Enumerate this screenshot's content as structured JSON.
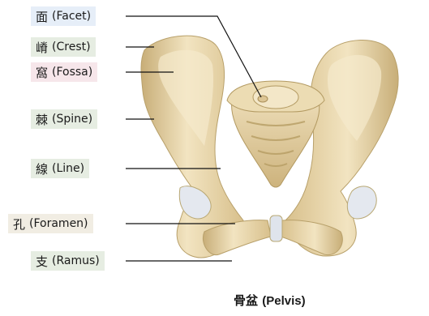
{
  "labels": [
    {
      "cjk": "面",
      "en": "(Facet)",
      "bg": "#e6eef8"
    },
    {
      "cjk": "嵴",
      "en": "(Crest)",
      "bg": "#e6ede2"
    },
    {
      "cjk": "窩",
      "en": "(Fossa)",
      "bg": "#f6e6ea"
    },
    {
      "cjk": "棘",
      "en": "(Spine)",
      "bg": "#e6ede2"
    },
    {
      "cjk": "線",
      "en": "(Line)",
      "bg": "#e6ede2"
    },
    {
      "cjk": "孔",
      "en": "(Foramen)",
      "bg": "#f1ede3"
    },
    {
      "cjk": "支",
      "en": "(Ramus)",
      "bg": "#e6ede2"
    }
  ],
  "caption": {
    "cjk": "骨盆",
    "en": "(Pelvis)"
  },
  "colors": {
    "bone": "#ead9b0",
    "bone_shade": "#c9b27e",
    "bone_dark": "#a88d57",
    "cartilage": "#d6dde8",
    "leader": "#111111"
  }
}
